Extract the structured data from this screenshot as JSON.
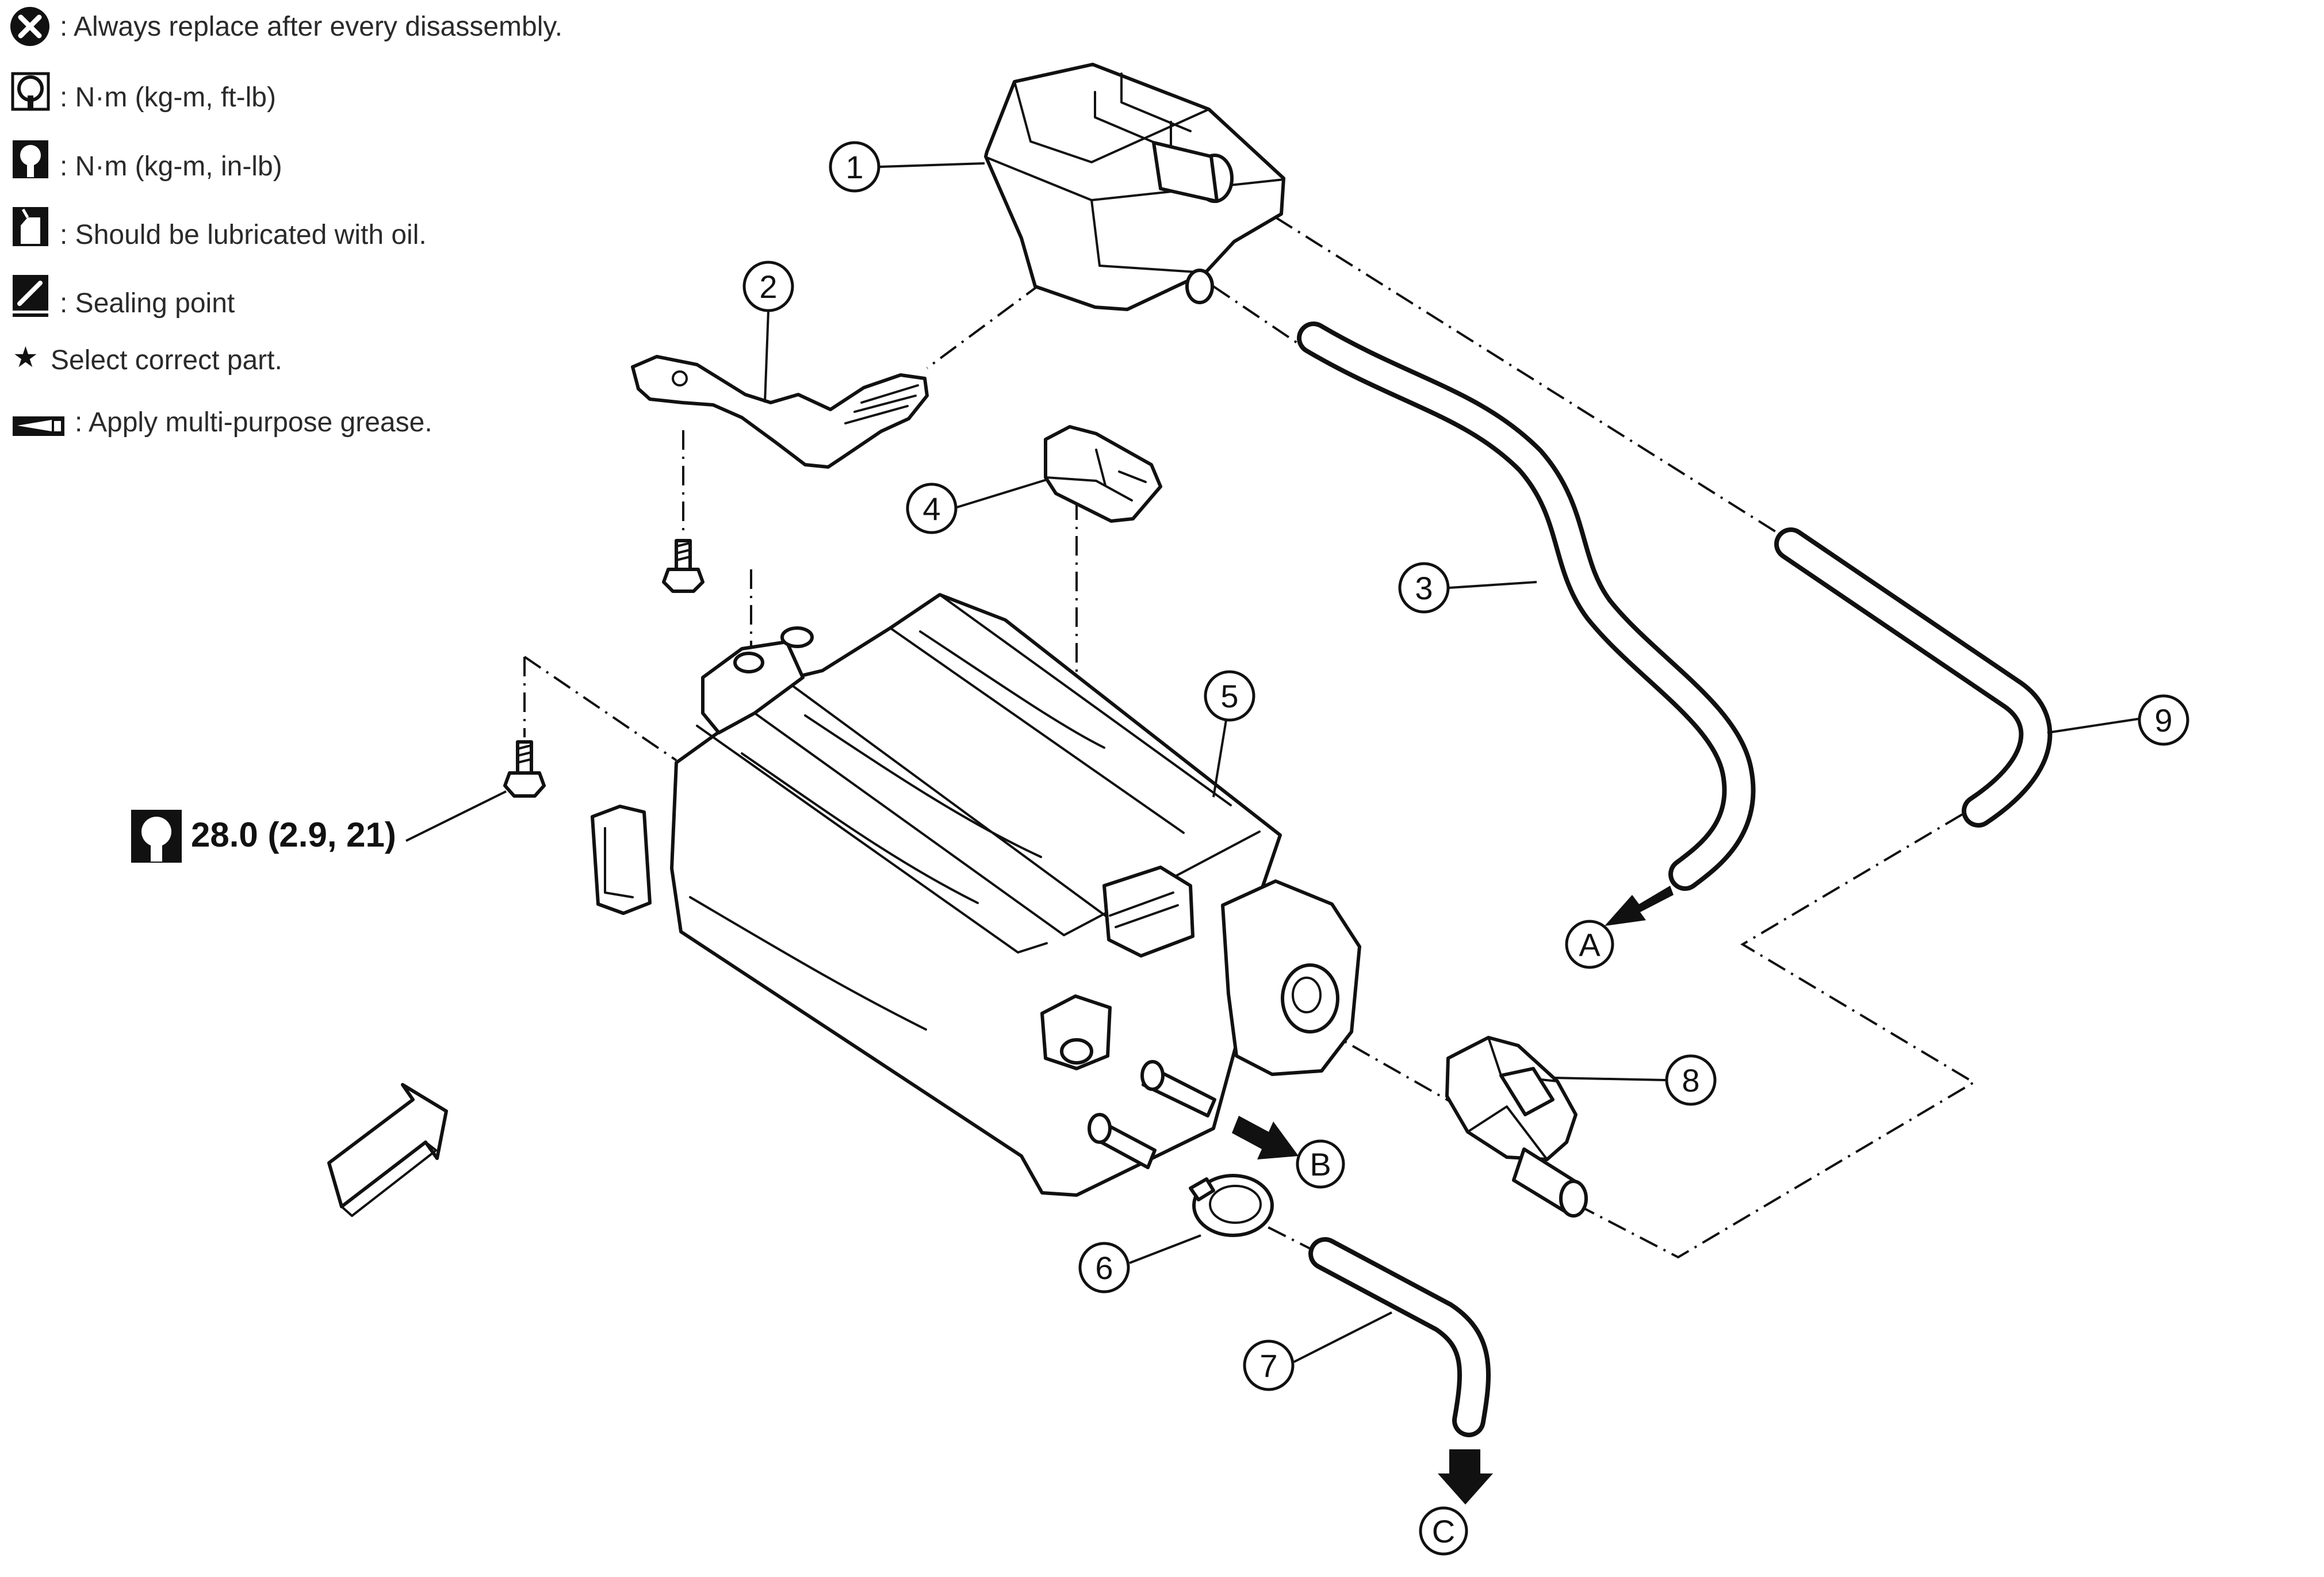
{
  "legend": [
    {
      "icon": "replace-icon",
      "text": ": Always replace after every disassembly."
    },
    {
      "icon": "torque-ftlb-icon",
      "text": ": N·m (kg-m, ft-lb)"
    },
    {
      "icon": "torque-inlb-icon",
      "text": ": N·m (kg-m, in-lb)"
    },
    {
      "icon": "oil-can-icon",
      "text": ": Should be lubricated with oil."
    },
    {
      "icon": "sealing-icon",
      "text": ": Sealing point"
    },
    {
      "icon": "star-icon",
      "text": "Select correct part."
    },
    {
      "icon": "grease-icon",
      "text": ": Apply multi-purpose grease."
    }
  ],
  "star_glyph": "★",
  "torque_spec": {
    "icon": "torque-wrench-icon",
    "value": "28.0 (2.9, 21)"
  },
  "callouts": [
    "1",
    "2",
    "3",
    "4",
    "5",
    "6",
    "7",
    "8",
    "9"
  ],
  "connection_labels": [
    "A",
    "B",
    "C"
  ]
}
